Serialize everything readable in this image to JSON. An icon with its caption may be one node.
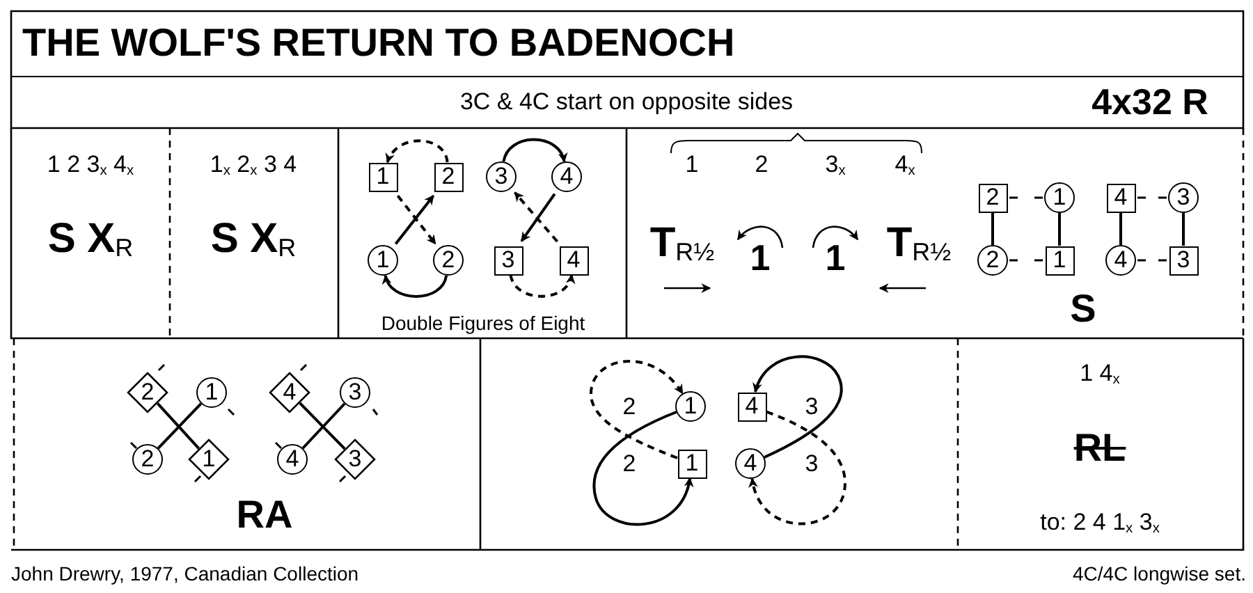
{
  "diagram": {
    "title": "THE WOLF'S RETURN TO BADENOCH",
    "nodes": [
      {
        "text": [
          "1"
        ]
      },
      {
        "text": [
          "2"
        ]
      },
      {
        "text": [
          "3"
        ]
      },
      {
        "text": [
          "4"
        ]
      },
      {
        "text": [
          "1"
        ]
      },
      {
        "text": [
          "2"
        ]
      },
      {
        "text": [
          "3"
        ]
      },
      {
        "text": [
          "4"
        ]
      },
      {
        "text": [
          "2"
        ]
      },
      {
        "text": [
          "1"
        ]
      },
      {
        "text": [
          "4"
        ]
      },
      {
        "text": [
          "3"
        ]
      },
      {
        "text": [
          "2"
        ]
      },
      {
        "text": [
          "1"
        ]
      },
      {
        "text": [
          "4"
        ]
      },
      {
        "text": [
          "3"
        ]
      },
      {
        "text": [
          "2"
        ]
      },
      {
        "text": [
          "1"
        ]
      },
      {
        "text": [
          "4"
        ]
      },
      {
        "text": [
          "3"
        ]
      },
      {
        "text": [
          "2"
        ]
      },
      {
        "text": [
          "1"
        ]
      },
      {
        "text": [
          "4"
        ]
      },
      {
        "text": [
          "3"
        ]
      },
      {
        "text": [
          "1"
        ]
      },
      {
        "text": [
          "4"
        ]
      },
      {
        "text": [
          "1"
        ]
      },
      {
        "text": [
          "4"
        ]
      }
    ],
    "edges": [
      {
        "from": 1,
        "to": 0,
        "arrow": "to",
        "style": "dashed"
      },
      {
        "from": 0,
        "to": 5,
        "arrow": "to",
        "style": "dashed"
      },
      {
        "from": 4,
        "to": 1,
        "arrow": "to"
      },
      {
        "from": 5,
        "to": 4,
        "arrow": "to"
      },
      {
        "from": 2,
        "to": 3,
        "arrow": "to"
      },
      {
        "from": 3,
        "to": 6,
        "arrow": "to"
      },
      {
        "from": 7,
        "to": 2,
        "arrow": "to",
        "style": "dashed"
      },
      {
        "from": 6,
        "to": 7,
        "arrow": "to",
        "style": "dashed"
      },
      {
        "from": 8,
        "to": 12,
        "arrow": "none"
      },
      {
        "from": 9,
        "to": 13,
        "arrow": "none"
      },
      {
        "from": 10,
        "to": 14,
        "arrow": "none"
      },
      {
        "from": 11,
        "to": 15,
        "arrow": "none"
      },
      {
        "from": 16,
        "to": 21,
        "arrow": "none"
      },
      {
        "from": 17,
        "to": 20,
        "arrow": "none"
      },
      {
        "from": 18,
        "to": 23,
        "arrow": "none"
      },
      {
        "from": 19,
        "to": 22,
        "arrow": "none"
      },
      {
        "from": 26,
        "to": 24,
        "arrow": "to",
        "style": "dashed"
      },
      {
        "from": 24,
        "to": 26,
        "arrow": "to"
      },
      {
        "from": 27,
        "to": 25,
        "arrow": "to"
      },
      {
        "from": 25,
        "to": 27,
        "arrow": "to",
        "style": "dashed"
      }
    ],
    "labels": [
      "3C & 4C start on opposite sides",
      "4x32 R",
      "1 2 3$_{x}$ 4$_{x}$",
      "**S X**$_{R}$",
      "1$_{x}$ 2$_{x}$ 3 4",
      "**S X**$_{R}$",
      "Double Figures of Eight",
      "1",
      "2",
      "3$_{x}$",
      "4$_{x}$",
      "**T**$_{R½}$",
      "1",
      "1",
      "**T**$_{R½}$",
      "S",
      "RA",
      "2",
      "3",
      "2",
      "3",
      "1 4$_{x}$",
      "RL",
      "to: 2 4 1$_{x}$ 3$_{x}$",
      "John Drewry, 1977, Canadian Collection",
      "4C/4C longwise set."
    ]
  }
}
